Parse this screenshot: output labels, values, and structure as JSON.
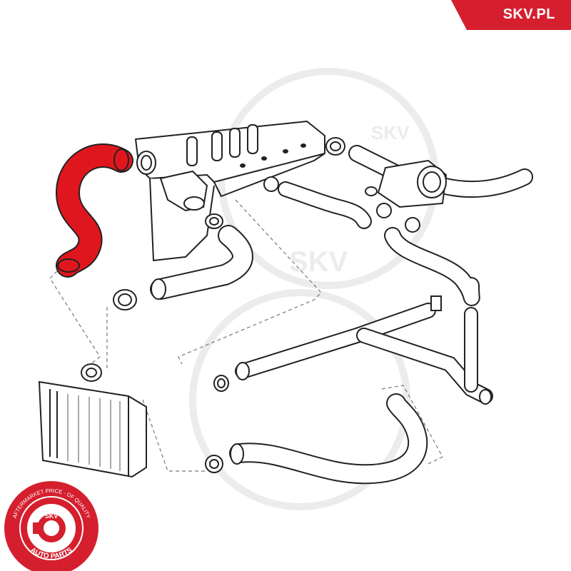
{
  "brand": {
    "name": "SKV.PL",
    "accent_color": "#d51f2e",
    "watermark": "SKV"
  },
  "diagram": {
    "highlighted_part": "upper-radiator-hose",
    "highlight_color": "#e0161e",
    "line_color": "#222222",
    "dashed_guide_color": "#777777"
  },
  "seal": {
    "ring_text": "AFTERMARKET PRICE · OF QUALITY",
    "bottom_text": "AUTO PARTS",
    "center_text": "SKV",
    "color": "#d51f2e"
  }
}
